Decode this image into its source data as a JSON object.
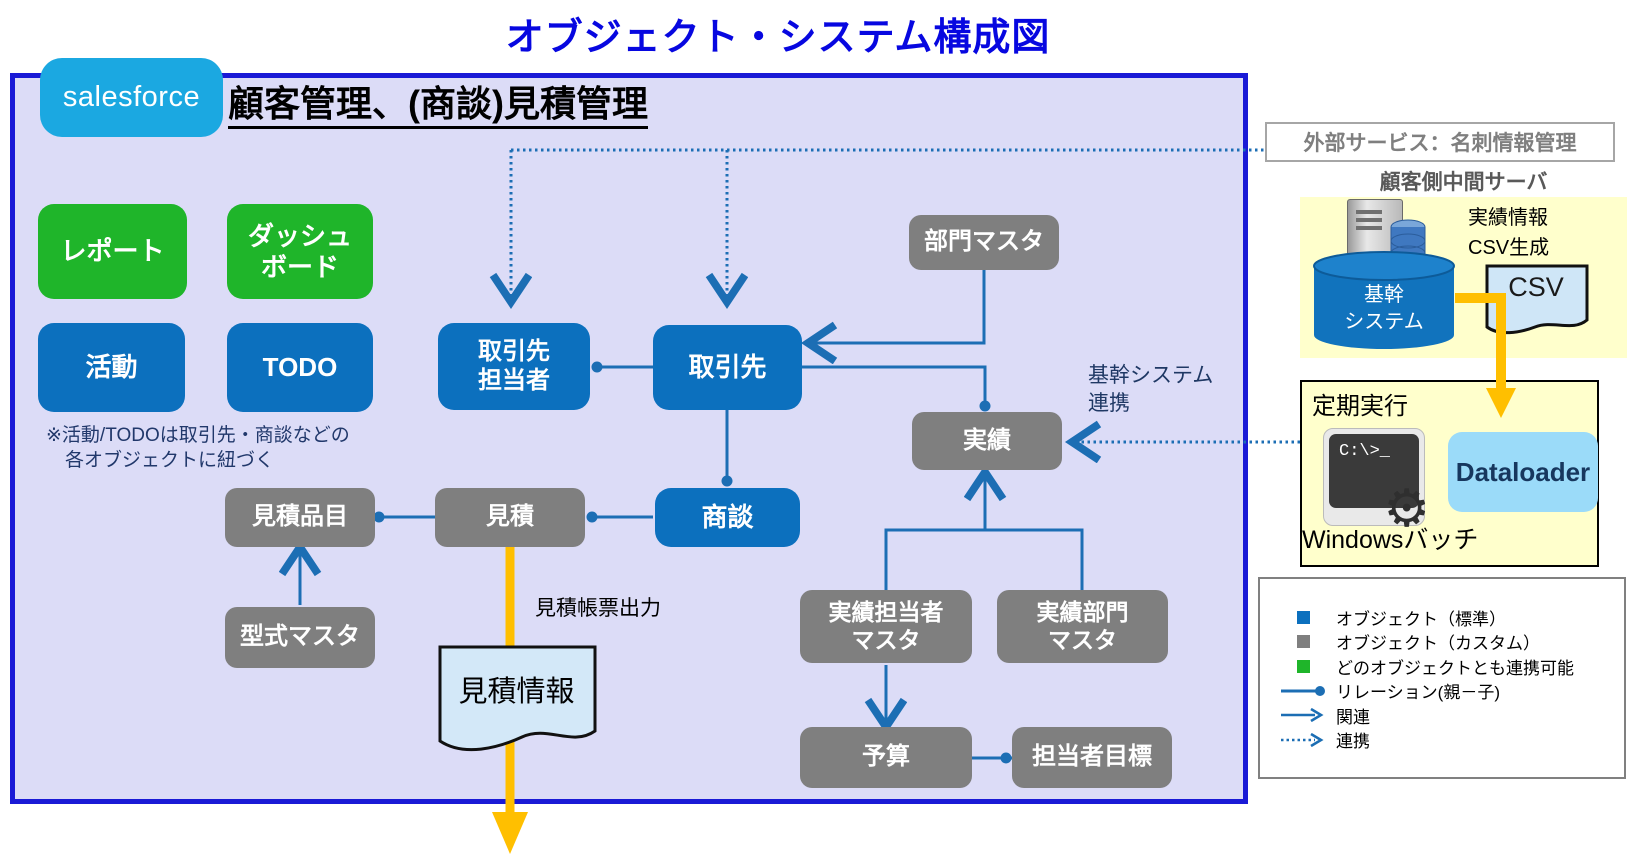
{
  "title": "オブジェクト・システム構成図",
  "main": {
    "logo": "salesforce",
    "header": "顧客管理、(商談)見積管理",
    "note": "※活動/TODOは取引先・商談などの\n　各オブジェクトに紐づく",
    "nodes": {
      "report": {
        "label": "レポート",
        "type": "linkable"
      },
      "dashboard": {
        "label": "ダッシュ\nボード",
        "type": "linkable"
      },
      "activity": {
        "label": "活動",
        "type": "standard"
      },
      "todo": {
        "label": "TODO",
        "type": "standard"
      },
      "contact": {
        "label": "取引先\n担当者",
        "type": "standard"
      },
      "account": {
        "label": "取引先",
        "type": "standard"
      },
      "opportunity": {
        "label": "商談",
        "type": "standard"
      },
      "dept_master": {
        "label": "部門マスタ",
        "type": "custom"
      },
      "results": {
        "label": "実績",
        "type": "custom"
      },
      "quote_item": {
        "label": "見積品目",
        "type": "custom"
      },
      "quote": {
        "label": "見積",
        "type": "custom"
      },
      "model_master": {
        "label": "型式マスタ",
        "type": "custom"
      },
      "results_person_master": {
        "label": "実績担当者\nマスタ",
        "type": "custom"
      },
      "results_dept_master": {
        "label": "実績部門\nマスタ",
        "type": "custom"
      },
      "budget": {
        "label": "予算",
        "type": "custom"
      },
      "person_target": {
        "label": "担当者目標",
        "type": "custom"
      }
    },
    "labels": {
      "quote_output": "見積帳票出力",
      "quote_doc": "見積情報",
      "core_link": "基幹システム\n連携"
    }
  },
  "right_panel": {
    "external_service": "外部サービス：名刺情報管理",
    "middle_server_title": "顧客側中間サーバ",
    "core_system": "基幹\nシステム",
    "csv_generate": "実績情報\nCSV生成",
    "csv_doc": "CSV",
    "periodic_run": "定期実行",
    "cmd_prompt": "C:\\>_",
    "dataloader": "Dataloader",
    "windows_batch": "Windowsバッチ"
  },
  "legend": {
    "items": [
      {
        "label": "オブジェクト（標準）",
        "symbol": "square-blue",
        "color": "#0c70be"
      },
      {
        "label": "オブジェクト（カスタム）",
        "symbol": "square-gray",
        "color": "#7f7f7f"
      },
      {
        "label": "どのオブジェクトとも連携可能",
        "symbol": "square-green",
        "color": "#1fb52a"
      },
      {
        "label": "リレーション(親－子)",
        "symbol": "line-dot",
        "color": "#1c6eb4"
      },
      {
        "label": "関連",
        "symbol": "arrow",
        "color": "#1c6eb4"
      },
      {
        "label": "連携",
        "symbol": "dotted-arrow",
        "color": "#1c6eb4"
      }
    ]
  },
  "colors": {
    "standard_object_blue": "#0c70be",
    "custom_object_gray": "#7f7f7f",
    "linkable_green": "#1fb52a",
    "frame_blue": "#1a1ad6",
    "salesforce_blue": "#1ba8e1",
    "connector_blue": "#1c6eb4",
    "flow_orange": "#ffbf00",
    "panel_yellow": "#ffffcc",
    "document_blue": "#d3e8f8",
    "dataloader_blue": "#9bdbf9"
  }
}
